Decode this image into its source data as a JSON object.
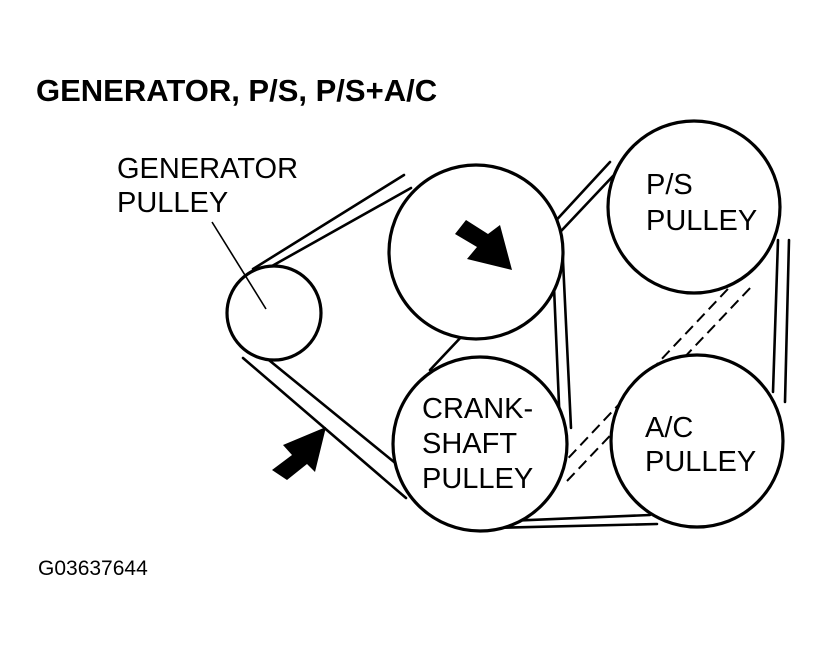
{
  "title": "GENERATOR, P/S, P/S+A/C",
  "labels": {
    "generator_pulley": [
      "GENERATOR",
      "PULLEY"
    ],
    "ps_pulley": [
      "P/S",
      "PULLEY"
    ],
    "crankshaft_pulley": [
      "CRANK-",
      "SHAFT",
      "PULLEY"
    ],
    "ac_pulley": [
      "A/C",
      "PULLEY"
    ]
  },
  "figure_code": "G03637644",
  "colors": {
    "line": "#000000",
    "background": "#ffffff"
  }
}
